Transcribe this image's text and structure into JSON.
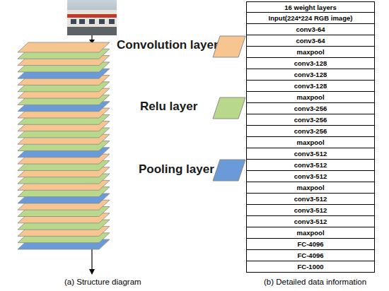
{
  "diagram": {
    "labels": [
      "16 weight layers",
      "Input(224*224 RGB image)",
      "conv3-64",
      "conv3-64",
      "maxpool",
      "conv3-128",
      "conv3-128",
      "conv3-128",
      "maxpool",
      "conv3-256",
      "conv3-256",
      "conv3-256",
      "maxpool",
      "conv3-512",
      "conv3-512",
      "conv3-512",
      "maxpool",
      "conv3-512",
      "conv3-512",
      "conv3-512",
      "maxpool",
      "FC-4096",
      "FC-4096",
      "FC-1000",
      "(a) Structure diagram",
      "(b) Detailed data information"
    ],
    "legend": [
      {
        "text": "Convolution layer",
        "color": "#f7c58f"
      },
      {
        "text": "Relu layer",
        "color": "#b8d98c"
      },
      {
        "text": "Pooling layer",
        "color": "#6b9ad8"
      }
    ]
  }
}
